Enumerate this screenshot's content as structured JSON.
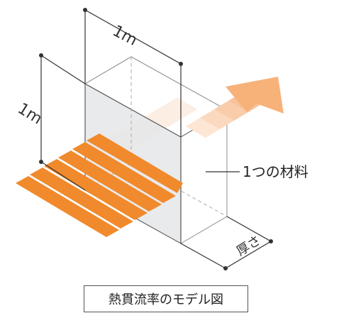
{
  "labels": {
    "width_dim": "1m",
    "height_dim": "1m",
    "thickness": "厚さ",
    "material": "1つの材料",
    "caption": "熱貫流率のモデル図"
  },
  "colors": {
    "heat_front": "#f08a2c",
    "heat_back": "#f7c8a4",
    "arrow_tip": "#f7b27a",
    "box_front": "#e9eaec",
    "box_top": "#ffffff",
    "box_side": "#ffffff",
    "outline": "#555555"
  },
  "icons": {
    "heat_flow": "heat-flow-arrow-icon",
    "dimension_marker": "dot-icon"
  }
}
